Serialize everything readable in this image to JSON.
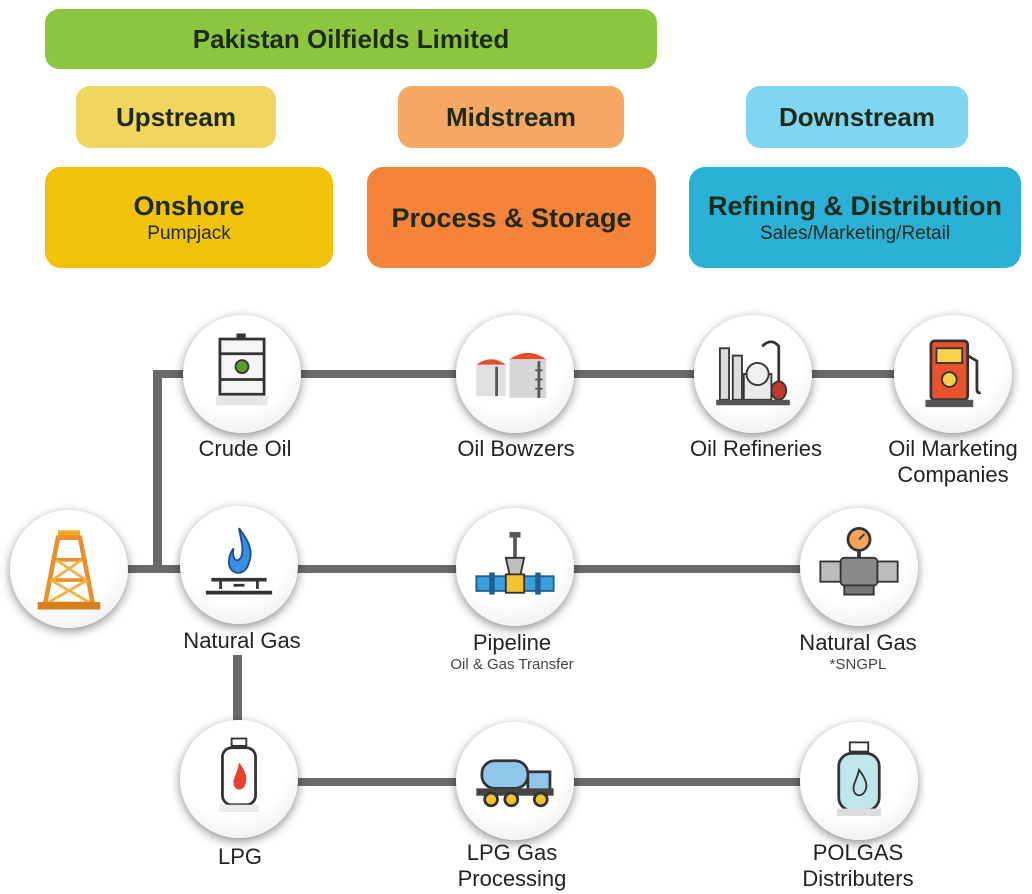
{
  "header": {
    "title": "Pakistan Oilfields Limited",
    "upstream": "Upstream",
    "midstream": "Midstream",
    "downstream": "Downstream"
  },
  "segments": {
    "onshore": {
      "title": "Onshore",
      "subtitle": "Pumpjack"
    },
    "process": {
      "title": "Process & Storage"
    },
    "refining": {
      "title": "Refining & Distribution",
      "subtitle": "Sales/Marketing/Retail"
    }
  },
  "nodes": {
    "crude_oil": "Crude Oil",
    "oil_bowzers": "Oil Bowzers",
    "oil_refineries": "Oil Refineries",
    "oil_marketing": {
      "line1": "Oil Marketing",
      "line2": "Companies"
    },
    "natural_gas": "Natural Gas",
    "pipeline": {
      "title": "Pipeline",
      "subtitle": "Oil & Gas Transfer"
    },
    "natural_gas_out": {
      "title": "Natural Gas",
      "subtitle": "*SNGPL"
    },
    "lpg": "LPG",
    "lpg_processing": {
      "line1": "LPG Gas",
      "line2": "Processing"
    },
    "polgas": {
      "line1": "POLGAS",
      "line2": "Distributers"
    }
  },
  "colors": {
    "title": "#8cc63f",
    "upstream": "#f0d660",
    "midstream": "#f5a864",
    "downstream": "#7fd6f2",
    "onshore": "#f0c20a",
    "process": "#f5843a",
    "refining": "#2bb0d6",
    "connector": "#6a6a6a"
  },
  "icons": [
    "oil-rig-icon",
    "oil-barrel-icon",
    "storage-tanks-icon",
    "refinery-icon",
    "fuel-pump-icon",
    "gas-flame-icon",
    "pipeline-valve-icon",
    "gas-meter-icon",
    "lpg-cylinder-icon",
    "tanker-truck-icon",
    "gas-cylinder-icon"
  ]
}
